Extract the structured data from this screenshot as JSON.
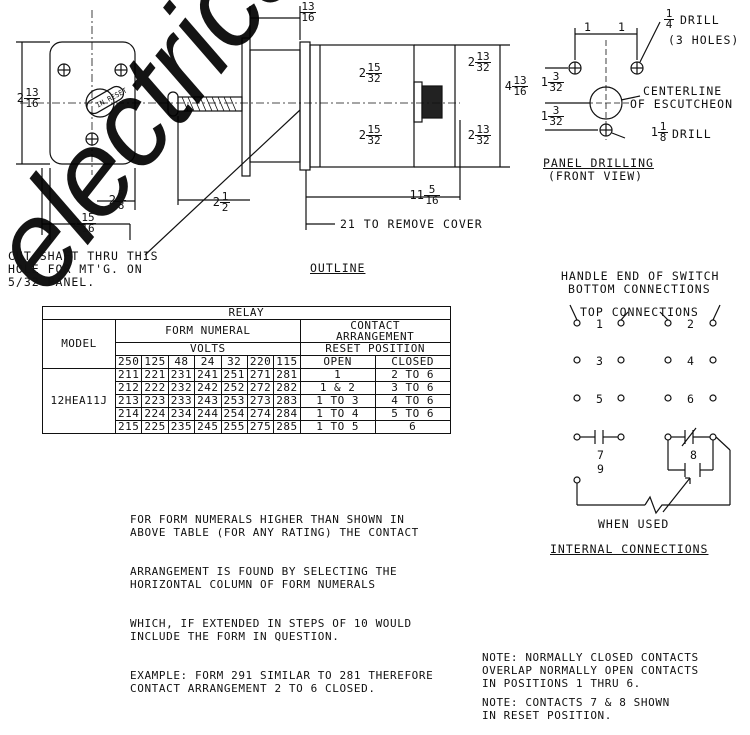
{
  "outline": {
    "title": "OUTLINE",
    "cut_note": [
      "CUT SHAFT THRU THIS",
      "HOLE FOR MT'G. ON",
      "5/32 PANEL."
    ],
    "remove_cover": "21 TO REMOVE COVER",
    "dims": {
      "height_left": {
        "whole": "2",
        "num": "13",
        "den": "16"
      },
      "width_front": {
        "whole": "2",
        "num": "5",
        "den": "8"
      },
      "bottom_left": {
        "whole": "2",
        "num": "15",
        "den": "16"
      },
      "shaft": {
        "whole": "2",
        "num": "1",
        "den": "2"
      },
      "top": {
        "whole": "",
        "num": "13",
        "den": "16"
      },
      "upper_mid": {
        "whole": "2",
        "num": "15",
        "den": "32"
      },
      "lower_mid": {
        "whole": "2",
        "num": "15",
        "den": "32"
      },
      "right_upper": {
        "whole": "2",
        "num": "13",
        "den": "32"
      },
      "right_lower": {
        "whole": "2",
        "num": "13",
        "den": "32"
      },
      "right_total": {
        "whole": "4",
        "num": "13",
        "den": "16"
      },
      "length": {
        "whole": "11",
        "num": "5",
        "den": "16"
      }
    },
    "faceplate_label": "IN RESET"
  },
  "panel": {
    "drill_small": {
      "num": "1",
      "den": "4",
      "text": "DRILL",
      "sub": "(3 HOLES)"
    },
    "spacing": "1",
    "offset1": {
      "whole": "1",
      "num": "3",
      "den": "32"
    },
    "offset2": {
      "whole": "1",
      "num": "3",
      "den": "32"
    },
    "centerline": [
      "CENTERLINE",
      "OF ESCUTCHEON"
    ],
    "drill_large": {
      "whole": "1",
      "num": "1",
      "den": "8",
      "text": "DRILL"
    },
    "title": [
      "PANEL DRILLING",
      "(FRONT VIEW)"
    ]
  },
  "relay_table": {
    "title": "RELAY",
    "model_header": "MODEL",
    "form_header": "FORM NUMERAL",
    "volts_header": "VOLTS",
    "contact_header": [
      "CONTACT",
      "ARRANGEMENT",
      "RESET POSITION"
    ],
    "open_header": "OPEN",
    "closed_header": "CLOSED",
    "volts": [
      "250",
      "125",
      "48",
      "24",
      "32",
      "220",
      "115"
    ],
    "model": "12HEA11J",
    "rows": [
      {
        "forms": [
          "211",
          "221",
          "231",
          "241",
          "251",
          "271",
          "281"
        ],
        "open": "1",
        "closed": "2 TO 6"
      },
      {
        "forms": [
          "212",
          "222",
          "232",
          "242",
          "252",
          "272",
          "282"
        ],
        "open": "1 & 2",
        "closed": "3 TO 6"
      },
      {
        "forms": [
          "213",
          "223",
          "233",
          "243",
          "253",
          "273",
          "283"
        ],
        "open": "1 TO 3",
        "closed": "4 TO 6"
      },
      {
        "forms": [
          "214",
          "224",
          "234",
          "244",
          "254",
          "274",
          "284"
        ],
        "open": "1 TO 4",
        "closed": "5 TO 6"
      },
      {
        "forms": [
          "215",
          "225",
          "235",
          "245",
          "255",
          "275",
          "285"
        ],
        "open": "1 TO 5",
        "closed": "6"
      }
    ]
  },
  "table_note": [
    "FOR FORM NUMERALS HIGHER THAN SHOWN IN",
    "ABOVE TABLE (FOR ANY RATING) THE CONTACT",
    "ARRANGEMENT IS FOUND BY SELECTING THE",
    "HORIZONTAL COLUMN OF FORM NUMERALS",
    "WHICH, IF EXTENDED IN STEPS OF 10 WOULD",
    "INCLUDE THE FORM IN QUESTION.",
    "EXAMPLE: FORM 291 SIMILAR TO 281 THEREFORE",
    "CONTACT ARRANGEMENT 2 TO 6 CLOSED."
  ],
  "internal": {
    "heading": [
      "HANDLE END OF SWITCH",
      "BOTTOM CONNECTIONS"
    ],
    "top_connections": "TOP CONNECTIONS",
    "terminals": [
      "1",
      "2",
      "3",
      "4",
      "5",
      "6",
      "7",
      "8",
      "9"
    ],
    "when_used": "WHEN USED",
    "title": "INTERNAL CONNECTIONS"
  },
  "notes": [
    [
      "NOTE: NORMALLY CLOSED CONTACTS",
      "OVERLAP NORMALLY OPEN CONTACTS",
      "IN POSITIONS 1 THRU 6."
    ],
    [
      "NOTE: CONTACTS 7 & 8 SHOWN",
      "IN RESET POSITION."
    ]
  ],
  "watermark": "electrical"
}
